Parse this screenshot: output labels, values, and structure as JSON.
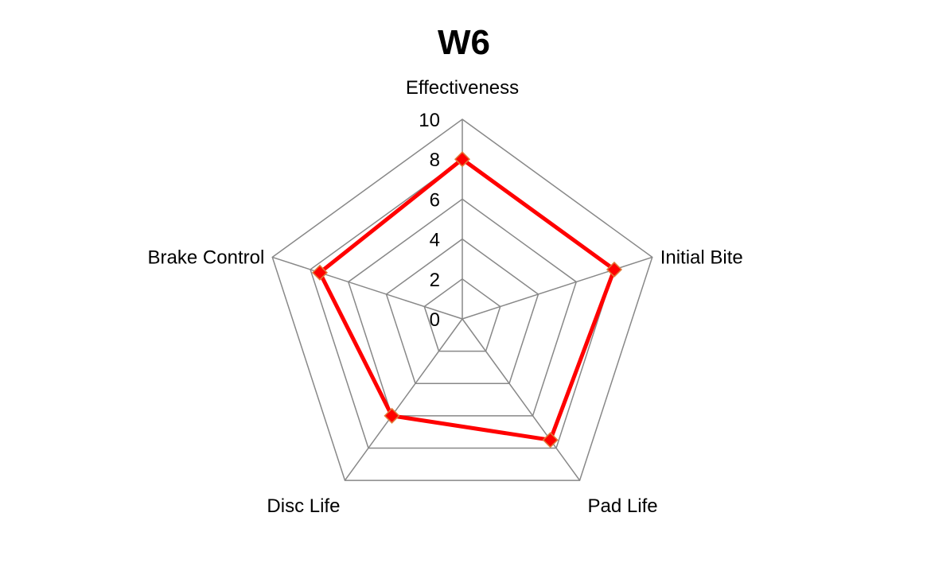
{
  "chart_data": {
    "type": "radar",
    "title": "W6",
    "categories": [
      "Effectiveness",
      "Initial Bite",
      "Pad Life",
      "Disc Life",
      "Brake Control"
    ],
    "series": [
      {
        "name": "W6",
        "values": [
          8,
          8,
          7.5,
          6,
          7.5
        ],
        "color": "#ff0000",
        "marker": "diamond",
        "marker_edge": "#e07b39"
      }
    ],
    "rlim": [
      0,
      10
    ],
    "ticks": [
      0,
      2,
      4,
      6,
      8,
      10
    ],
    "tick_labels": [
      "0",
      "2",
      "4",
      "6",
      "8",
      "10"
    ],
    "grid": true,
    "grid_color": "#888888",
    "legend": "none"
  }
}
